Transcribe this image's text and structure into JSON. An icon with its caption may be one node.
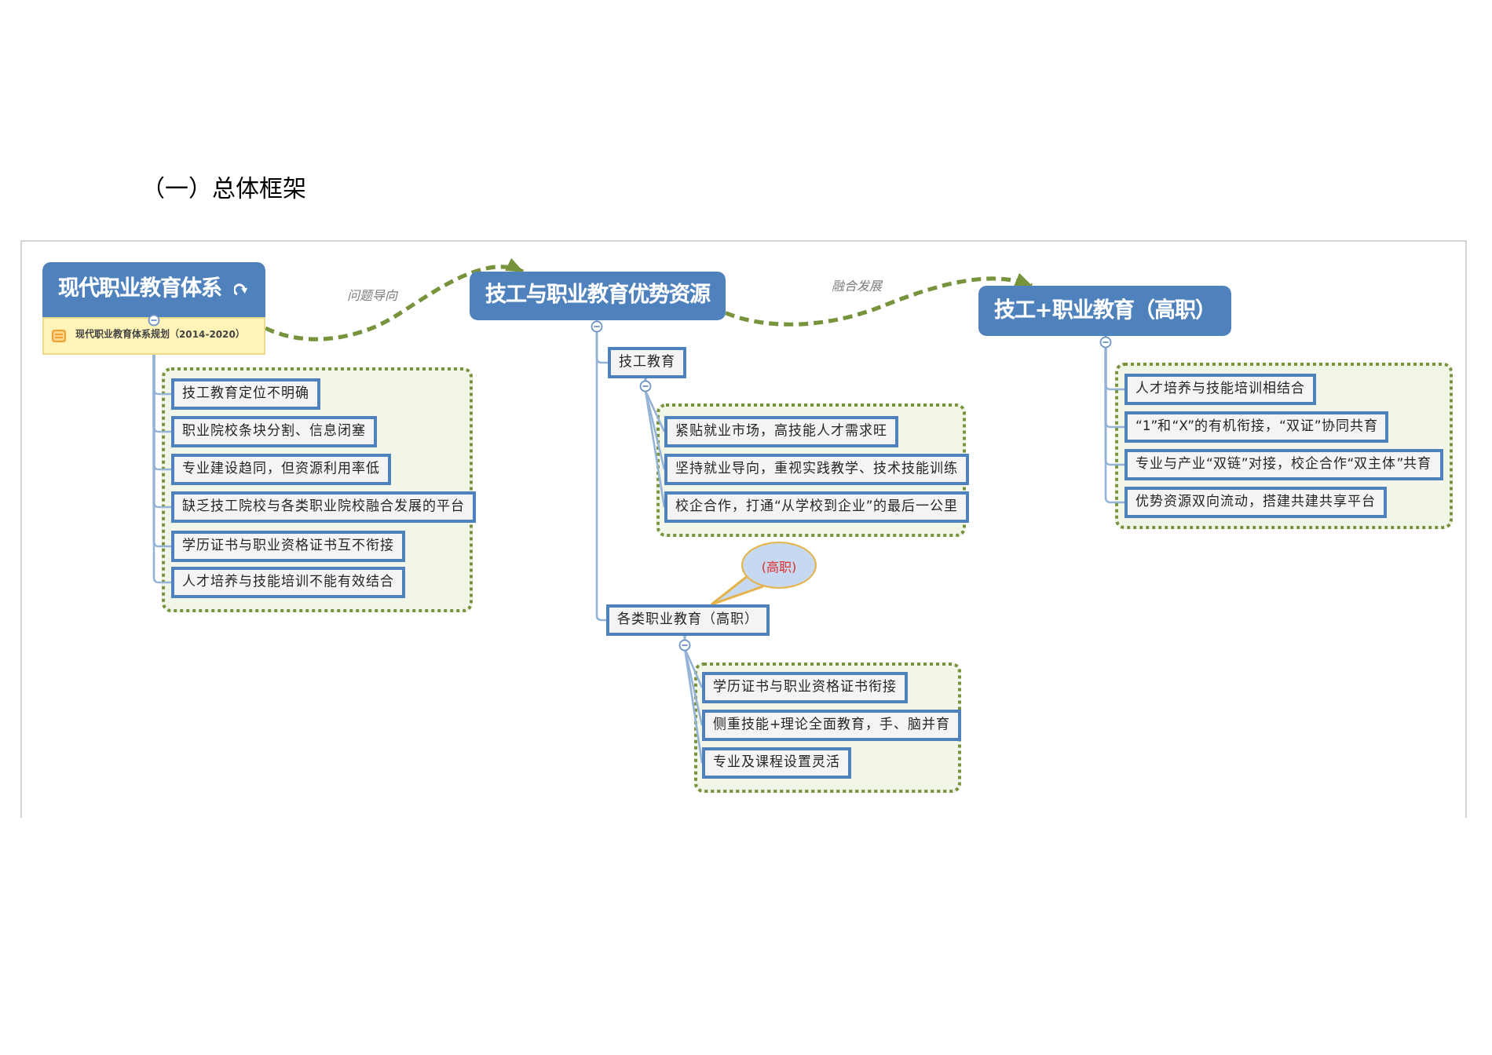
{
  "diagram": {
    "title": "（一）总体框架",
    "nodes": [
      {
        "text": [
          "现代职业教育体系",
          "现代职业教育体系规划（2014-2020）"
        ]
      },
      {
        "text": [],
        "shape": "box"
      },
      {
        "text": [
          "技工教育定位不明确"
        ],
        "in": 1
      },
      {
        "text": [
          "职业院校条块分割、信息闭塞"
        ],
        "in": 1
      },
      {
        "text": [
          "专业建设趋同，但资源利用率低"
        ],
        "in": 1
      },
      {
        "text": [
          "缺乏技工院校与各类职业院校融合发展的平台"
        ],
        "in": 1
      },
      {
        "text": [
          "学历证书与职业资格证书互不衔接"
        ],
        "in": 1
      },
      {
        "text": [
          "人才培养与技能培训不能有效结合"
        ],
        "in": 1
      },
      {
        "text": [
          "技工与职业教育优势资源"
        ]
      },
      {
        "text": [
          "技工教育"
        ]
      },
      {
        "text": [],
        "shape": "box"
      },
      {
        "text": [
          "紧贴就业市场，高技能人才需求旺"
        ],
        "in": 10
      },
      {
        "text": [
          "坚持就业导向，重视实践教学、技术技能训练"
        ],
        "in": 10
      },
      {
        "text": [
          "校企合作，打通“从学校到企业”的最后一公里"
        ],
        "in": 10
      },
      {
        "text": [
          "(高职)"
        ]
      },
      {
        "text": [
          "各类职业教育（高职）"
        ]
      },
      {
        "text": [],
        "shape": "box"
      },
      {
        "text": [
          "学历证书与职业资格证书衔接"
        ],
        "in": 16
      },
      {
        "text": [
          "侧重技能+理论全面教育，手、脑并育"
        ],
        "in": 16
      },
      {
        "text": [
          "专业及课程设置灵活"
        ],
        "in": 16
      },
      {
        "text": [
          "技工+职业教育（高职）"
        ]
      },
      {
        "text": [],
        "shape": "box"
      },
      {
        "text": [
          "人才培养与技能培训相结合"
        ],
        "in": 21
      },
      {
        "text": [
          "“1”和“X”的有机衔接，“双证”协同共育"
        ],
        "in": 21
      },
      {
        "text": [
          "专业与产业“双链”对接，校企合作“双主体”共育"
        ],
        "in": 21
      },
      {
        "text": [
          "优势资源双向流动，搭建共建共享平台"
        ],
        "in": 21
      }
    ],
    "edges": [
      {
        "from": 0,
        "to": 8,
        "arrow": "to",
        "label": "问题导向",
        "style": "dashed",
        "color": "#77933c"
      },
      {
        "from": 8,
        "to": 20,
        "arrow": "to",
        "label": "融合发展",
        "style": "dashed",
        "color": "#77933c"
      },
      {
        "from": 0,
        "to": 2,
        "arrow": "none"
      },
      {
        "from": 0,
        "to": 3,
        "arrow": "none"
      },
      {
        "from": 0,
        "to": 4,
        "arrow": "none"
      },
      {
        "from": 0,
        "to": 5,
        "arrow": "none"
      },
      {
        "from": 0,
        "to": 6,
        "arrow": "none"
      },
      {
        "from": 0,
        "to": 7,
        "arrow": "none"
      },
      {
        "from": 8,
        "to": 9,
        "arrow": "none"
      },
      {
        "from": 8,
        "to": 15,
        "arrow": "none"
      },
      {
        "from": 9,
        "to": 11,
        "arrow": "none"
      },
      {
        "from": 9,
        "to": 12,
        "arrow": "none"
      },
      {
        "from": 9,
        "to": 13,
        "arrow": "none"
      },
      {
        "from": 14,
        "to": 15,
        "arrow": "none",
        "color": "#e6b34a"
      },
      {
        "from": 15,
        "to": 17,
        "arrow": "none"
      },
      {
        "from": 15,
        "to": 18,
        "arrow": "none"
      },
      {
        "from": 15,
        "to": 19,
        "arrow": "none"
      },
      {
        "from": 20,
        "to": 22,
        "arrow": "none"
      },
      {
        "from": 20,
        "to": 23,
        "arrow": "none"
      },
      {
        "from": 20,
        "to": 24,
        "arrow": "none"
      },
      {
        "from": 20,
        "to": 25,
        "arrow": "none"
      }
    ]
  }
}
